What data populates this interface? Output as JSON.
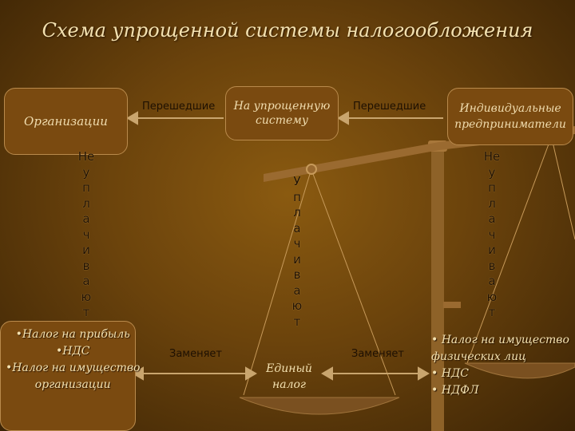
{
  "title": "Схема упрощенной системы налогообложения",
  "boxes": {
    "organizations": "Организации",
    "simplified_system": "На упрощенную систему",
    "individual_entrepreneurs": "Индивидуальные предприниматели"
  },
  "labels": {
    "transitioned_left": "Перешедшие",
    "transitioned_right": "Перешедшие",
    "replaces_left": "Заменяет",
    "replaces_right": "Заменяет"
  },
  "vertical_left": [
    "Н",
    "е",
    "у",
    "п",
    "л",
    "а",
    "ч",
    "и",
    "в",
    "а",
    "ю",
    "т"
  ],
  "vertical_center": [
    "У",
    "п",
    "л",
    "а",
    "ч",
    "и",
    "в",
    "а",
    "ю",
    "т"
  ],
  "vertical_right": [
    "Н",
    "е",
    "у",
    "п",
    "л",
    "а",
    "ч",
    "и",
    "в",
    "а",
    "ю",
    "т"
  ],
  "left_taxes": [
    "•Налог на прибыль",
    "•НДС",
    "•Налог на имущество",
    " организации"
  ],
  "single_tax": {
    "line1": "Единый",
    "line2": "налог"
  },
  "right_taxes": [
    "• Налог на имущество",
    "  физических лиц",
    "• НДС",
    "• НДФЛ"
  ],
  "colors": {
    "background": "#6b430c",
    "box_fill": "#7a4a10",
    "text_light": "#f3e1b0",
    "text_dark": "#1e1002"
  }
}
